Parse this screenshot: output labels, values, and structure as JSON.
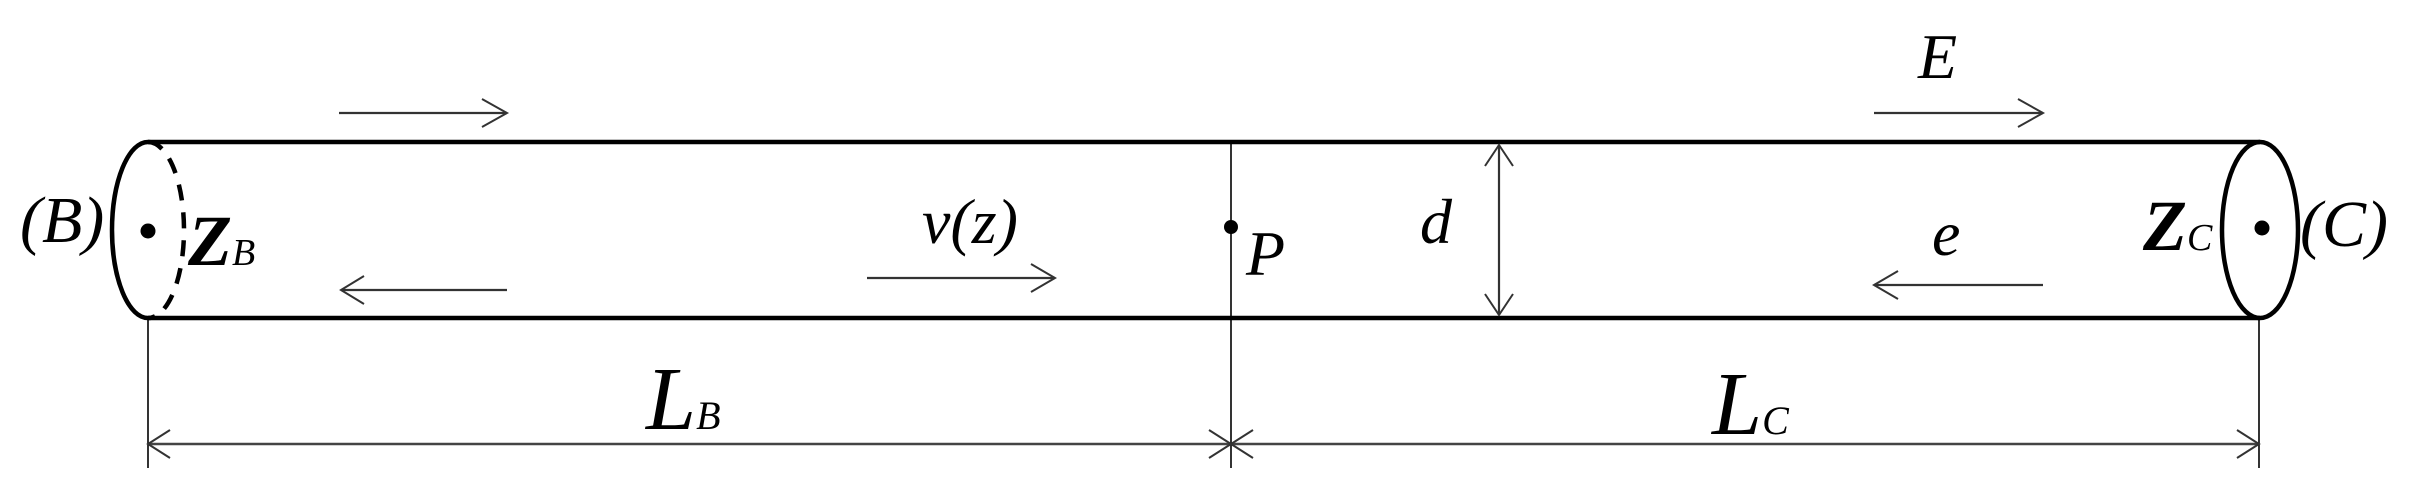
{
  "diagram": {
    "type": "cylindrical tube (pipe) schematic",
    "colors": {
      "stroke": "#000000",
      "arrow": "#333333",
      "background": "#ffffff"
    },
    "ends": {
      "left": {
        "label": "(B)",
        "impedance_main": "Z",
        "impedance_sub": "B"
      },
      "right": {
        "label": "(C)",
        "impedance_main": "Z",
        "impedance_sub": "C"
      }
    },
    "point": {
      "label": "P"
    },
    "velocity": {
      "label": "v(z)"
    },
    "waves": {
      "outgoing_label": "E",
      "incoming_label": "e"
    },
    "diameter": {
      "label": "d"
    },
    "lengths": {
      "left": {
        "main": "L",
        "sub": "B"
      },
      "right": {
        "main": "L",
        "sub": "C"
      }
    }
  }
}
